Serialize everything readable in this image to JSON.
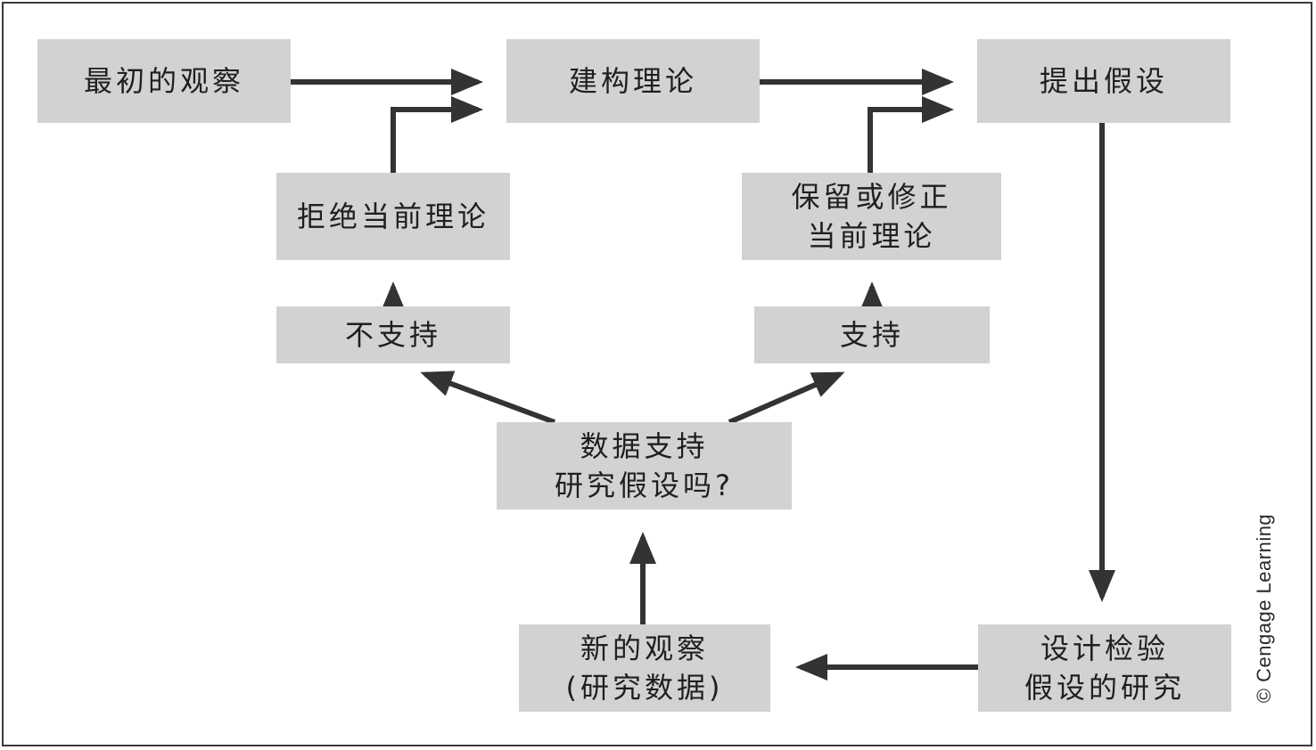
{
  "diagram": {
    "nodes": {
      "initial_observation": [
        "最初的观察"
      ],
      "build_theory": [
        "建构理论"
      ],
      "propose_hypothesis": [
        "提出假设"
      ],
      "reject_theory": [
        "拒绝当前理论"
      ],
      "keep_or_revise": [
        "保留或修正",
        "当前理论"
      ],
      "not_supported": [
        "不支持"
      ],
      "supported": [
        "支持"
      ],
      "data_support_question": [
        "数据支持",
        "研究假设吗?"
      ],
      "new_observation": [
        "新的观察",
        "(研究数据)"
      ],
      "design_study": [
        "设计检验",
        "假设的研究"
      ]
    },
    "copyright": "© Cengage Learning"
  },
  "colors": {
    "box_fill": "#d2d2d2",
    "arrow": "#333333",
    "border": "#3a3a3a",
    "text": "#1f1f1f"
  }
}
